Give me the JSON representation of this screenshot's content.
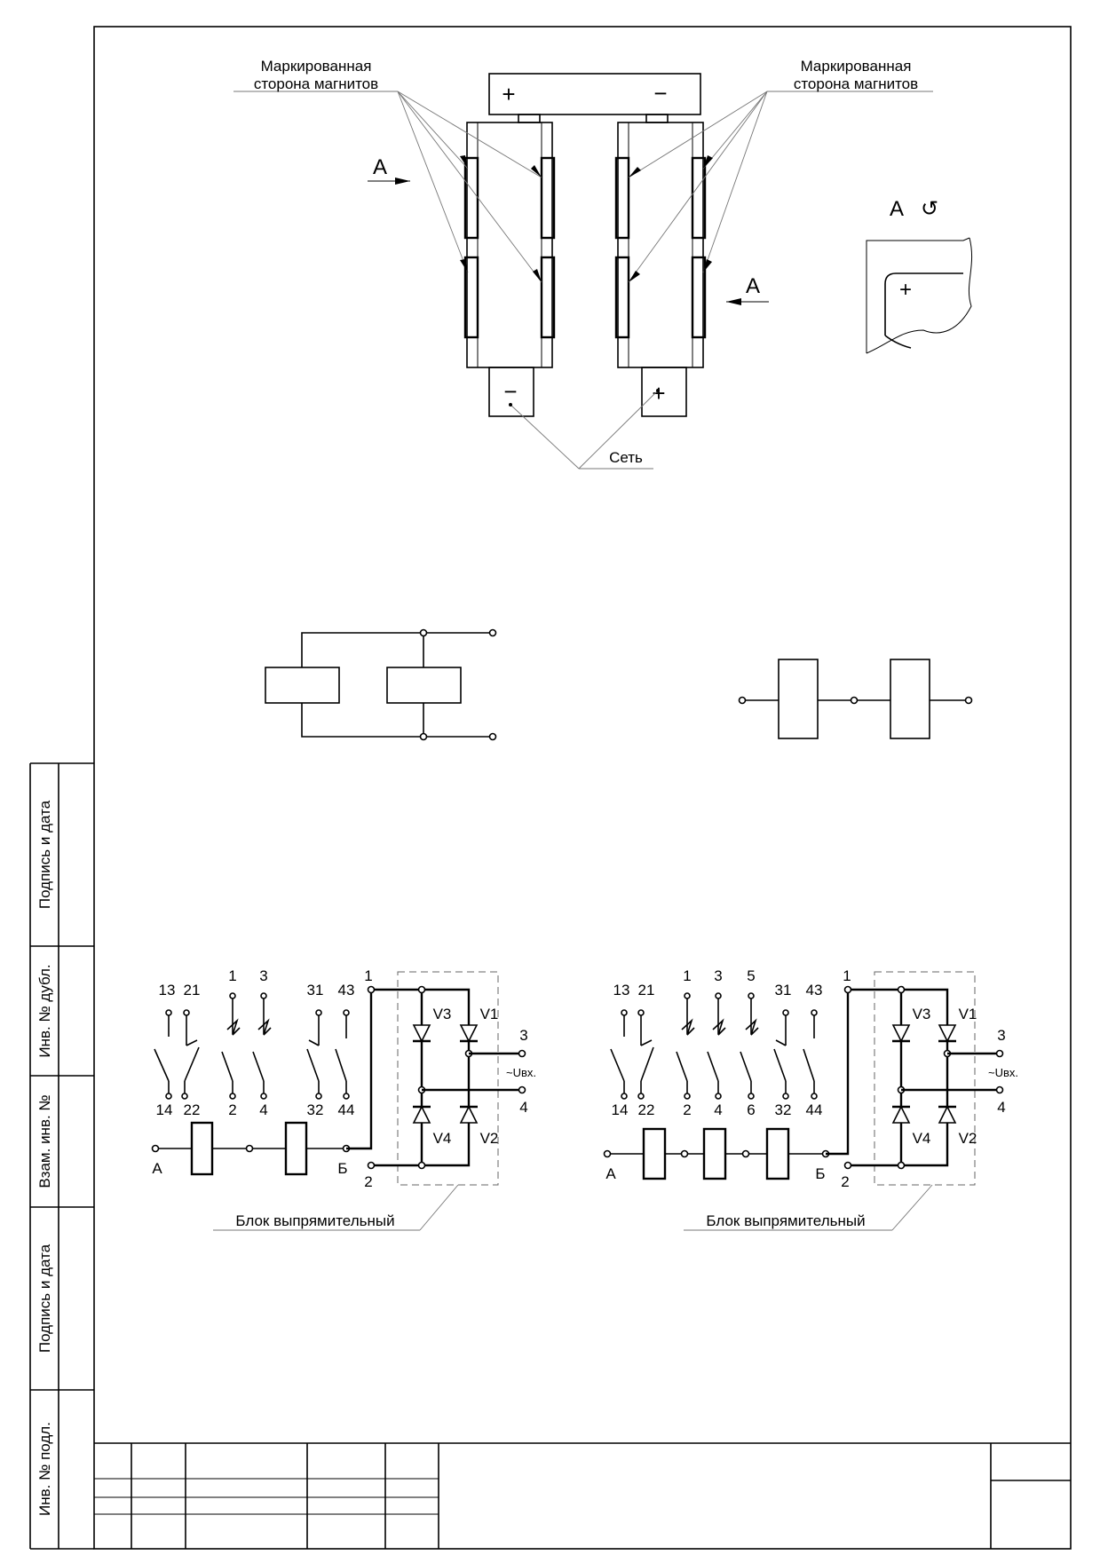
{
  "drawing": {
    "magnet_side_label_1": "Маркированная",
    "magnet_side_label_2": "сторона магнитов",
    "view_letter": "А",
    "view_rotation_symbol": "↺",
    "plus_sign": "+",
    "minus_sign": "−",
    "network_label": "Сеть"
  },
  "schematic": {
    "left_contacts_top": [
      "13",
      "21",
      "1",
      "3",
      "31",
      "43"
    ],
    "left_contacts_bottom": [
      "14",
      "22",
      "2",
      "4",
      "32",
      "44"
    ],
    "right_contacts_top": [
      "13",
      "21",
      "1",
      "3",
      "5",
      "31",
      "43"
    ],
    "right_contacts_bottom": [
      "14",
      "22",
      "2",
      "4",
      "6",
      "32",
      "44"
    ],
    "terminal_a": "А",
    "terminal_b": "Б",
    "node_1": "1",
    "node_2": "2",
    "node_3": "3",
    "node_4": "4",
    "diode_v1": "V1",
    "diode_v2": "V2",
    "diode_v3": "V3",
    "diode_v4": "V4",
    "input_voltage": "~Uвх.",
    "rectifier_block_label": "Блок выпрямительный"
  },
  "side_columns": {
    "podpis_data_1": "Подпись и дата",
    "inv_dubl": "Инв. № дубл.",
    "vzam_inv": "Взам. инв. №",
    "podpis_data_2": "Подпись и дата",
    "inv_podl": "Инв. № подл."
  }
}
